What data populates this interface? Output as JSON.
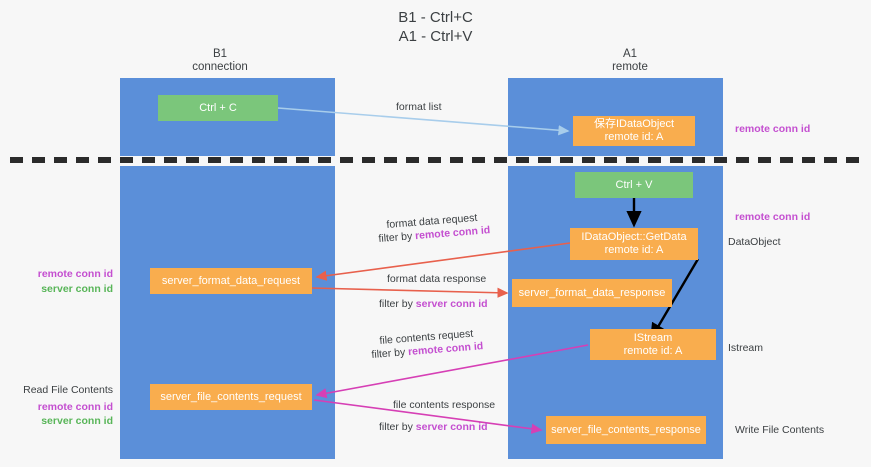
{
  "title": "B1 - Ctrl+C\nA1 - Ctrl+V",
  "columns": {
    "left": "B1\nconnection",
    "right": "A1\nremote"
  },
  "nodes": {
    "ctrl_c": "Ctrl + C",
    "save_dataobject": "保存IDataObject\nremote id: A",
    "ctrl_v": "Ctrl + V",
    "get_data": "IDataObject::GetData\nremote id: A",
    "server_format_data_request": "server_format_data_request",
    "server_format_data_response": "server_format_data_response",
    "istream": "IStream\nremote id: A",
    "server_file_contents_request": "server_file_contents_request",
    "server_file_contents_response": "server_file_contents_response"
  },
  "edges": {
    "format_list": "format list",
    "format_data_request": "format data request",
    "format_data_request_filter_prefix": "filter by ",
    "format_data_request_filter_key": "remote conn id",
    "format_data_response": "format data response",
    "format_data_response_filter_prefix": "filter by ",
    "format_data_response_filter_key": "server conn id",
    "file_contents_request": "file contents request",
    "file_contents_request_filter_prefix": "filter by ",
    "file_contents_request_filter_key": "remote conn id",
    "file_contents_response": "file contents response",
    "file_contents_response_filter_prefix": "filter by ",
    "file_contents_response_filter_key": "server conn id"
  },
  "right_notes": {
    "n1": "remote conn id",
    "n2": "remote conn id",
    "n3": "DataObject",
    "n4": "Istream",
    "n5": "Write File Contents"
  },
  "left_notes": {
    "n1": "remote conn id",
    "n2": "server conn id",
    "n3": "Read File Contents",
    "n4": "remote conn id",
    "n5": "server conn id"
  },
  "colors": {
    "lane": "#5b8fd9",
    "node_green": "#7bc67b",
    "node_orange": "#f9ad4e",
    "purple": "#c44fd0",
    "green": "#58b558",
    "arrow_light_blue": "#a8cdeb",
    "arrow_red": "#e8604c",
    "arrow_magenta": "#d63fb5",
    "arrow_black": "#000000"
  }
}
